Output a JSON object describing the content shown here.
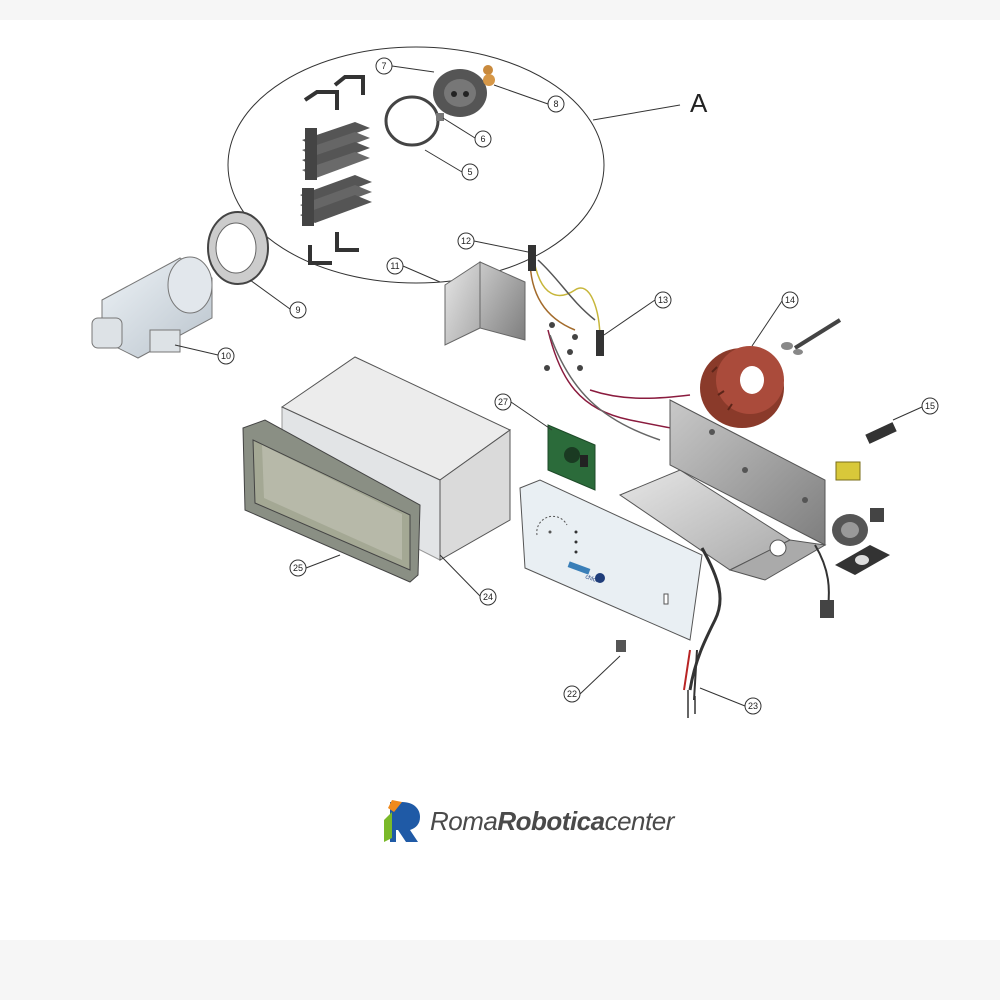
{
  "diagram": {
    "group_label": "A",
    "callouts": [
      "5",
      "6",
      "7",
      "8",
      "9",
      "10",
      "11",
      "12",
      "13",
      "14",
      "15",
      "22",
      "23",
      "24",
      "25",
      "27"
    ],
    "panel_brand_text": "chlor"
  },
  "brand": {
    "part1": "Roma",
    "part2": "Robotica",
    "part3": "center",
    "colors": {
      "blue": "#1f5aa6",
      "green": "#7ab929",
      "orange": "#f08a1c",
      "gray": "#4a4a4a"
    }
  }
}
